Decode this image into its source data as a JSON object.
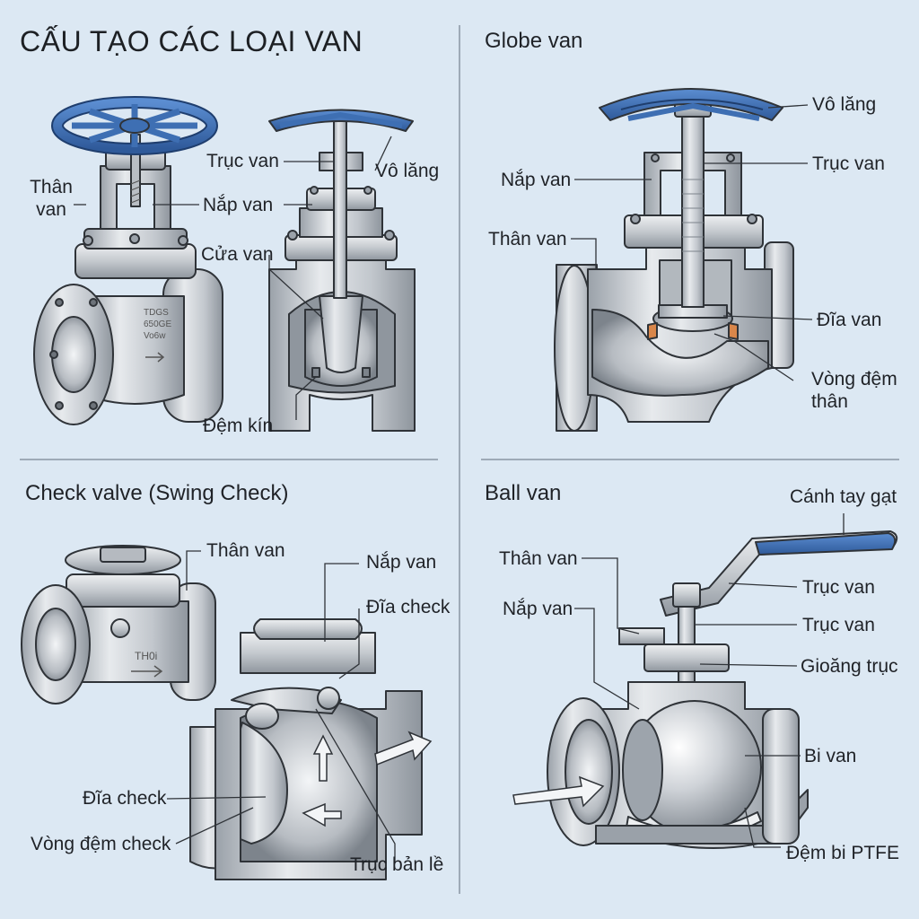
{
  "main_title": "CẤU TẠO CÁC LOẠI VAN",
  "panels": {
    "gate": {
      "labels": {
        "than_van_1": "Thân",
        "than_van_2": "van",
        "truc_van": "Trục van",
        "vo_lang": "Vô lăng",
        "nap_van": "Nắp van",
        "cua_van": "Cửa van",
        "dem_kin": "Đệm kín"
      },
      "body_marking_1": "TDGS",
      "body_marking_2": "650GE",
      "body_marking_3": "Vo6w"
    },
    "globe": {
      "title": "Globe van",
      "labels": {
        "vo_lang": "Vô lăng",
        "nap_van": "Nắp van",
        "truc_van": "Trục van",
        "than_van": "Thân van",
        "dia_van": "Đĩa van",
        "vong_dem_1": "Vòng đệm",
        "vong_dem_2": "thân"
      }
    },
    "check": {
      "title": "Check valve (Swing Check)",
      "labels": {
        "than_van": "Thân van",
        "nap_van": "Nắp van",
        "dia_check_top": "Đĩa check",
        "dia_check_left": "Đĩa check",
        "vong_dem_check": "Vòng đệm check",
        "truc_ban_le": "Trục bản lề"
      },
      "body_marking": "TH0i"
    },
    "ball": {
      "title": "Ball van",
      "labels": {
        "canh_tay_gat": "Cánh tay gạt",
        "than_van": "Thân van",
        "truc_van_1": "Trục van",
        "nap_van": "Nắp van",
        "truc_van_2": "Trục van",
        "gioang_truc": "Gioăng trục",
        "bi_van": "Bi van",
        "dem_bi": "Đệm bi PTFE"
      }
    }
  },
  "colors": {
    "background": "#dce8f3",
    "metal": "#c3c8ce",
    "metal_dark": "#8a9098",
    "metal_light": "#e9ecef",
    "handwheel": "#3e6fb3",
    "seal_orange": "#d9864a",
    "outline": "#2f3338",
    "divider": "#8a96a3"
  }
}
